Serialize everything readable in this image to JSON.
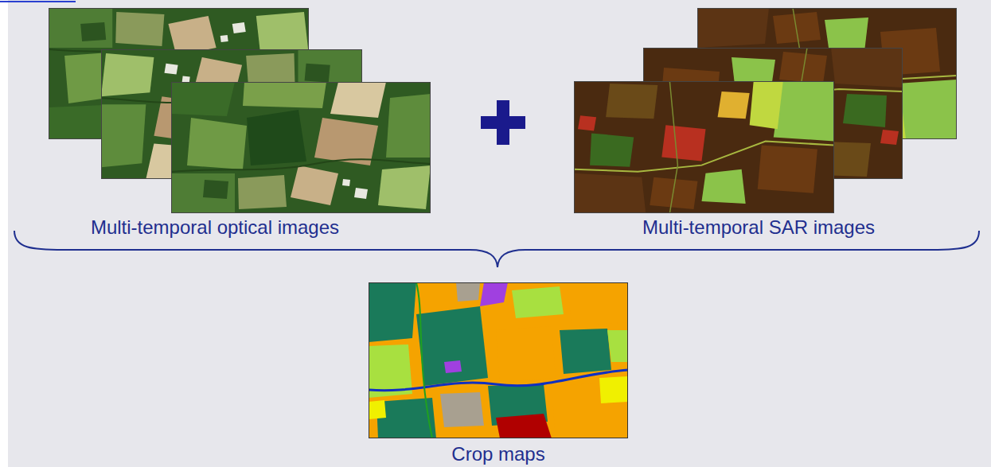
{
  "diagram": {
    "labels": [
      "Multi-temporal optical images",
      "Multi-temporal SAR images",
      "Crop maps"
    ]
  }
}
